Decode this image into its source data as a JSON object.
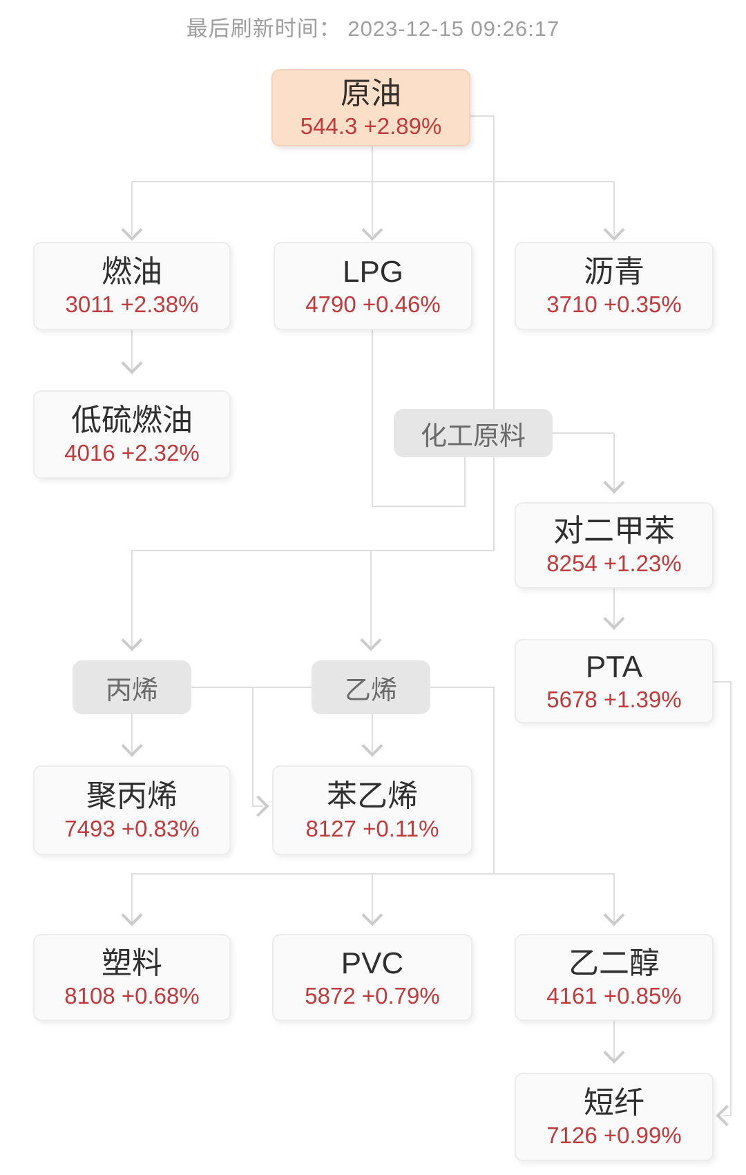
{
  "header": {
    "refresh_label": "最后刷新时间：",
    "refresh_time": "2023-12-15 09:26:17"
  },
  "colors": {
    "accent_red": "#bf3a3c",
    "highlight_bg": "#fcdfc9",
    "label_bg": "#e6e6e6",
    "line": "#dedede"
  },
  "nodes": {
    "crude_oil": {
      "title": "原油",
      "value": "544.3 +2.89%"
    },
    "fuel_oil": {
      "title": "燃油",
      "value": "3011 +2.38%"
    },
    "lpg": {
      "title": "LPG",
      "value": "4790 +0.46%"
    },
    "asphalt": {
      "title": "沥青",
      "value": "3710 +0.35%"
    },
    "low_sulfur_fuel_oil": {
      "title": "低硫燃油",
      "value": "4016 +2.32%"
    },
    "chemical_feedstock": {
      "title": "化工原料"
    },
    "paraxylene": {
      "title": "对二甲苯",
      "value": "8254 +1.23%"
    },
    "pta": {
      "title": "PTA",
      "value": "5678 +1.39%"
    },
    "propylene": {
      "title": "丙烯"
    },
    "ethylene": {
      "title": "乙烯"
    },
    "polypropylene": {
      "title": "聚丙烯",
      "value": "7493 +0.83%"
    },
    "styrene": {
      "title": "苯乙烯",
      "value": "8127 +0.11%"
    },
    "plastics": {
      "title": "塑料",
      "value": "8108 +0.68%"
    },
    "pvc": {
      "title": "PVC",
      "value": "5872 +0.79%"
    },
    "ethylene_glycol": {
      "title": "乙二醇",
      "value": "4161 +0.85%"
    },
    "short_fiber": {
      "title": "短纤",
      "value": "7126 +0.99%"
    }
  }
}
